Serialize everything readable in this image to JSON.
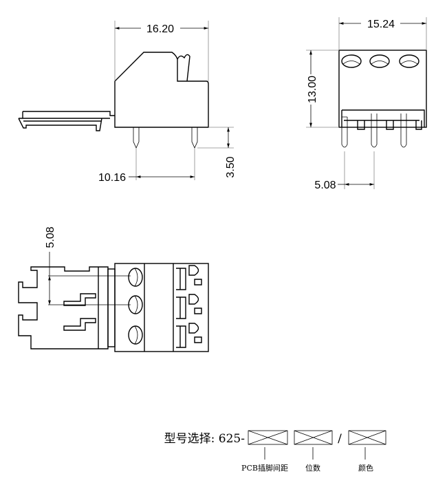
{
  "dimensions": {
    "side_width": "16.20",
    "side_pin_pitch": "10.16",
    "pin_length": "3.50",
    "front_width": "15.24",
    "front_height": "13.00",
    "front_pitch": "5.08",
    "top_pitch": "5.08"
  },
  "model_selection": {
    "label": "型号选择: 625-",
    "separator": "/",
    "fields": [
      "PCB插脚间距",
      "位数",
      "颜色"
    ]
  }
}
